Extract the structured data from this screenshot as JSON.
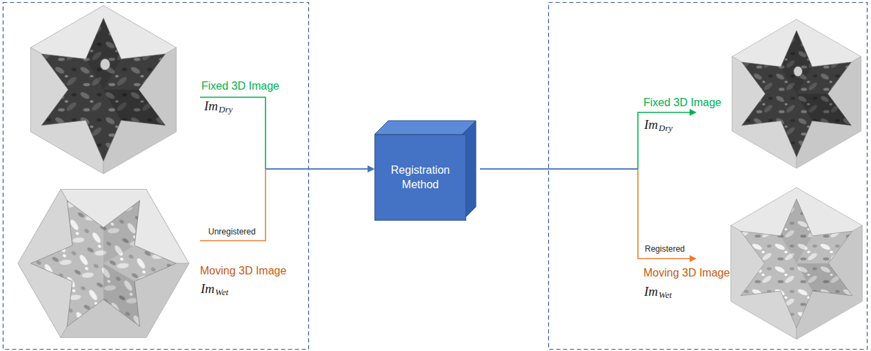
{
  "diagram": {
    "nodes": [
      {
        "text": [
          "Fixed 3D Image",
          "Im",
          "Dry"
        ]
      },
      {
        "text": [
          "Moving 3D Image",
          "Im",
          "Wet"
        ]
      },
      {
        "text": [
          "Registration Method"
        ]
      },
      {
        "text": [
          "Fixed 3D Image",
          "Im",
          "Dry"
        ]
      },
      {
        "text": [
          "Moving 3D Image",
          "Im",
          "Wet"
        ]
      }
    ],
    "edges": [
      {
        "from": 0,
        "to": 2,
        "arrow": "to"
      },
      {
        "from": 1,
        "to": 2,
        "label": "Unregistered",
        "arrow": "to"
      },
      {
        "from": 2,
        "to": 3,
        "arrow": "to"
      },
      {
        "from": 2,
        "to": 4,
        "label": "Registered",
        "arrow": "to"
      }
    ]
  }
}
